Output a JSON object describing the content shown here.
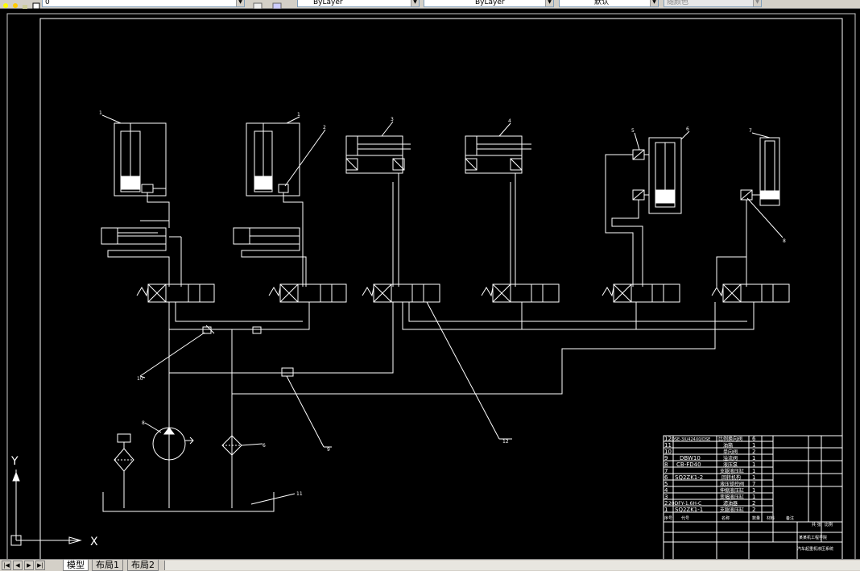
{
  "toolbar": {
    "layer_value": "0",
    "color_value": "ByLayer",
    "linetype_value": "ByLayer",
    "lineweight_value": "默认",
    "plotstyle_value": "随颜色"
  },
  "drawing": {
    "balloons": [
      "1",
      "1",
      "2",
      "3",
      "4",
      "5",
      "6",
      "7",
      "8",
      "9",
      "10",
      "11",
      "12",
      "6",
      "8"
    ],
    "ucs_x": "X",
    "ucs_y": "Y"
  },
  "title_block": {
    "rows": [
      {
        "no": "12",
        "code": "DSE-3X/424X0/DSE",
        "name": "比例换向阀",
        "qty": "6"
      },
      {
        "no": "11",
        "code": "",
        "name": "油箱",
        "qty": "1"
      },
      {
        "no": "10",
        "code": "",
        "name": "单向阀",
        "qty": "2"
      },
      {
        "no": "9",
        "code": "DBW10",
        "code2": "",
        "name": "溢流阀",
        "qty": "1"
      },
      {
        "no": "8",
        "code": "CB-FD40",
        "name": "液压泵",
        "qty": "1"
      },
      {
        "no": "7",
        "code": "",
        "name": "支腿液压缸",
        "qty": "1"
      },
      {
        "no": "6",
        "code": "SQ2ZK1-2",
        "name": "回转机构",
        "qty": "1"
      },
      {
        "no": "5",
        "code": "",
        "name": "液压锁控阀",
        "qty": "7"
      },
      {
        "no": "4",
        "code": "",
        "name": "伸缩液压缸",
        "qty": "1"
      },
      {
        "no": "3",
        "code": "",
        "name": "变幅液压缸",
        "qty": "1"
      },
      {
        "no": "2",
        "code": "20DFY-1.6H-C",
        "name": "滤油器",
        "qty": "2"
      },
      {
        "no": "1",
        "code": "SQ2ZK1-1",
        "name": "支腿液压缸",
        "qty": "2"
      }
    ],
    "header": [
      "序号",
      "代号",
      "名称",
      "数量",
      "材料",
      "备注"
    ],
    "title_right": "某某机工程学院",
    "subtitle_right": "汽车起重机液压系统",
    "sheet_label": "共 张",
    "scale_label": "比例"
  },
  "tabs": [
    {
      "label": "模型",
      "active": true
    },
    {
      "label": "布局1",
      "active": false
    },
    {
      "label": "布局2",
      "active": false
    }
  ],
  "colors": {
    "background": "#000000",
    "line": "#ffffff",
    "toolbar": "#d4d0c8"
  }
}
